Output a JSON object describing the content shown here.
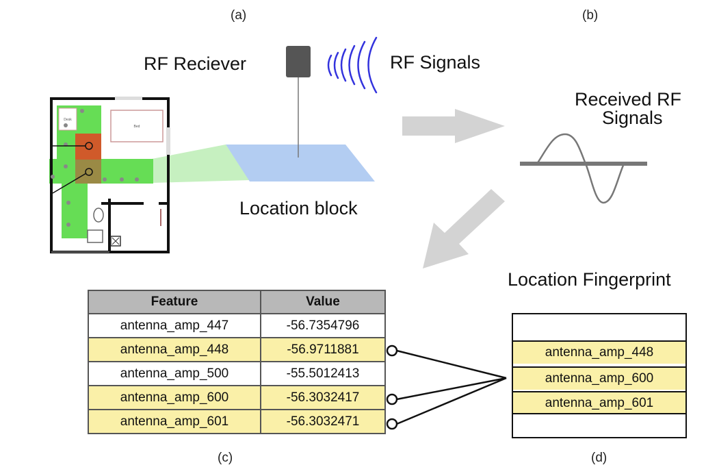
{
  "panels": {
    "a": "(a)",
    "b": "(b)",
    "c": "(c)",
    "d": "(d)"
  },
  "labels": {
    "rf_receiver": "RF Reciever",
    "rf_signals": "RF Signals",
    "received_rf_line1": "Received RF",
    "received_rf_line2": "Signals",
    "location_block": "Location block",
    "location_fingerprint": "Location Fingerprint"
  },
  "floorplan": {
    "room_desk": "Desk",
    "room_bed": "Bed"
  },
  "feature_table": {
    "headers": [
      "Feature",
      "Value"
    ],
    "rows": [
      {
        "feature": "antenna_amp_447",
        "value": "-56.7354796",
        "highlight": false
      },
      {
        "feature": "antenna_amp_448",
        "value": "-56.9711881",
        "highlight": true
      },
      {
        "feature": "antenna_amp_500",
        "value": "-55.5012413",
        "highlight": false
      },
      {
        "feature": "antenna_amp_600",
        "value": "-56.3032417",
        "highlight": true
      },
      {
        "feature": "antenna_amp_601",
        "value": "-56.3032471",
        "highlight": true
      }
    ]
  },
  "fingerprint": [
    "antenna_amp_448",
    "antenna_amp_600",
    "antenna_amp_601"
  ],
  "colors": {
    "signal_arcs": "#3333dd",
    "location_block": "#b3cdf2",
    "grid_green": "#66dd55",
    "highlight_red": "#d05a2a",
    "highlight_row": "#faf0a8",
    "arrow_gray": "#d3d3d3"
  }
}
